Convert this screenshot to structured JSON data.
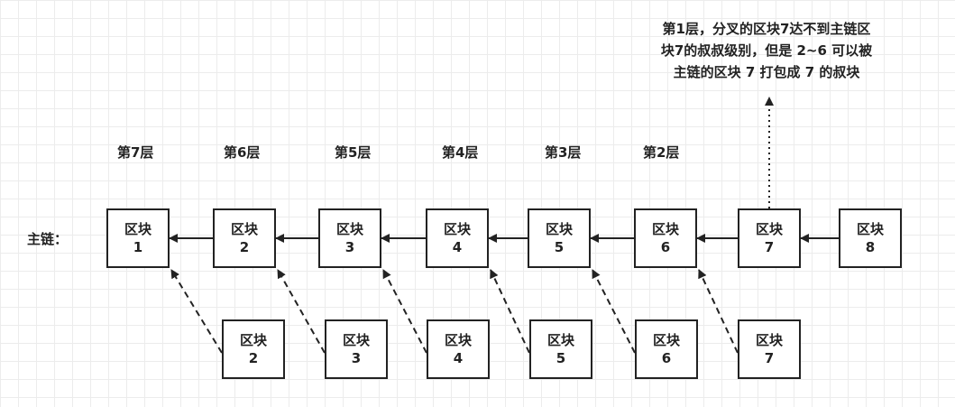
{
  "main_chain_label": "主链：",
  "layer_labels": [
    "第7层",
    "第6层",
    "第5层",
    "第4层",
    "第3层",
    "第2层"
  ],
  "block_word": "区块",
  "main_chain": [
    "1",
    "2",
    "3",
    "4",
    "5",
    "6",
    "7",
    "8"
  ],
  "fork_chain": [
    "2",
    "3",
    "4",
    "5",
    "6",
    "7"
  ],
  "note_lines": [
    "第1层，分叉的区块7达不到主链区",
    "块7的叔叔级别，但是 2~6 可以被",
    "主链的区块 7 打包成 7 的叔块"
  ],
  "colors": {
    "line": "#222222",
    "grid": "#ececec",
    "background": "#ffffff"
  }
}
